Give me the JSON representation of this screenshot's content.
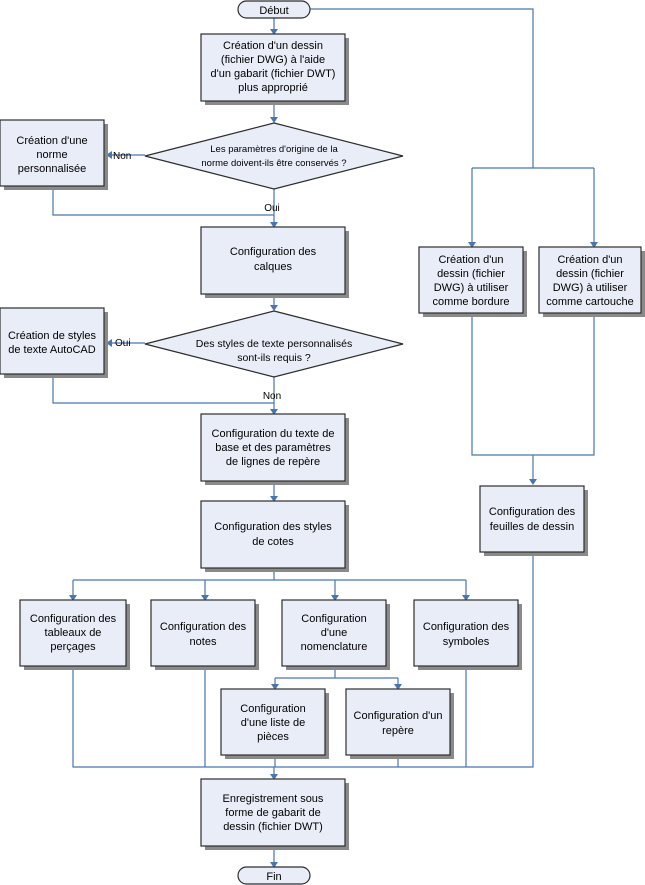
{
  "colors": {
    "box_fill": "#e8edf7",
    "box_border": "#2d2d2d",
    "connector": "#4a76b0"
  },
  "flowchart": {
    "start": [
      "Début"
    ],
    "create_drawing": [
      "Création d'un dessin",
      "(fichier DWG) à l'aide",
      "d'un gabarit (fichier DWT)",
      "plus approprié"
    ],
    "decision_preserve": [
      "Les paramètres d'origine de la",
      "norme doivent-ils être conservés ?"
    ],
    "custom_norm": [
      "Création d'une",
      "norme",
      "personnalisée"
    ],
    "layers": [
      "Configuration des",
      "calques"
    ],
    "decision_text_styles": [
      "Des styles de texte personnalisés",
      "sont-ils requis ?"
    ],
    "autocad_text_styles": [
      "Création de styles",
      "de texte AutoCAD"
    ],
    "base_text": [
      "Configuration du texte de",
      "base et des paramètres",
      "de lignes de repère"
    ],
    "dim_styles": [
      "Configuration des styles",
      "de cotes"
    ],
    "hole_tables": [
      "Configuration des",
      "tableaux de",
      "perçages"
    ],
    "notes": [
      "Configuration des",
      "notes"
    ],
    "nomenclature": [
      "Configuration",
      "d'une",
      "nomenclature"
    ],
    "symbols": [
      "Configuration des",
      "symboles"
    ],
    "parts_list": [
      "Configuration",
      "d'une liste de",
      "pièces"
    ],
    "balloon": [
      "Configuration d'un",
      "repère"
    ],
    "save_template": [
      "Enregistrement sous",
      "forme de gabarit de",
      "dessin (fichier DWT)"
    ],
    "end": [
      "Fin"
    ],
    "border_drawing": [
      "Création d'un",
      "dessin (fichier",
      "DWG) à utiliser",
      "comme bordure"
    ],
    "titleblock_drawing": [
      "Création d'un",
      "dessin (fichier",
      "DWG) à utiliser",
      "comme cartouche"
    ],
    "sheets": [
      "Configuration des",
      "feuilles de dessin"
    ],
    "edge_labels": {
      "preserve_no": "Non",
      "preserve_yes": "Oui",
      "text_yes": "Oui",
      "text_no": "Non"
    }
  }
}
